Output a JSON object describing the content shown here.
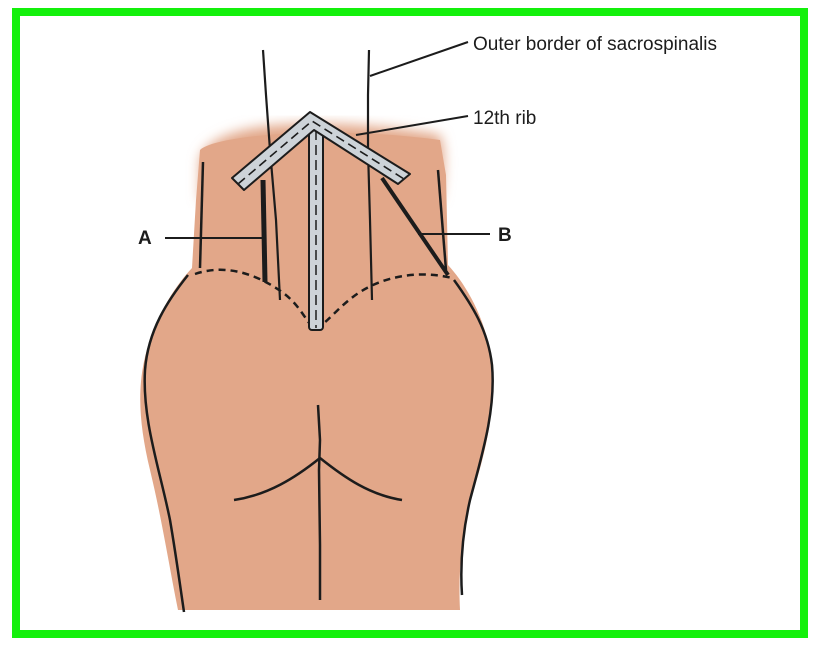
{
  "labels": {
    "outer_border": "Outer border of sacrospinalis",
    "rib": "12th rib",
    "a": "A",
    "b": "B"
  },
  "colors": {
    "frame": "#14f00c",
    "skin": "#e2a789",
    "line": "#1c1c1c",
    "incision": "#cdd3d8",
    "dashed": "#1c1c1c"
  }
}
